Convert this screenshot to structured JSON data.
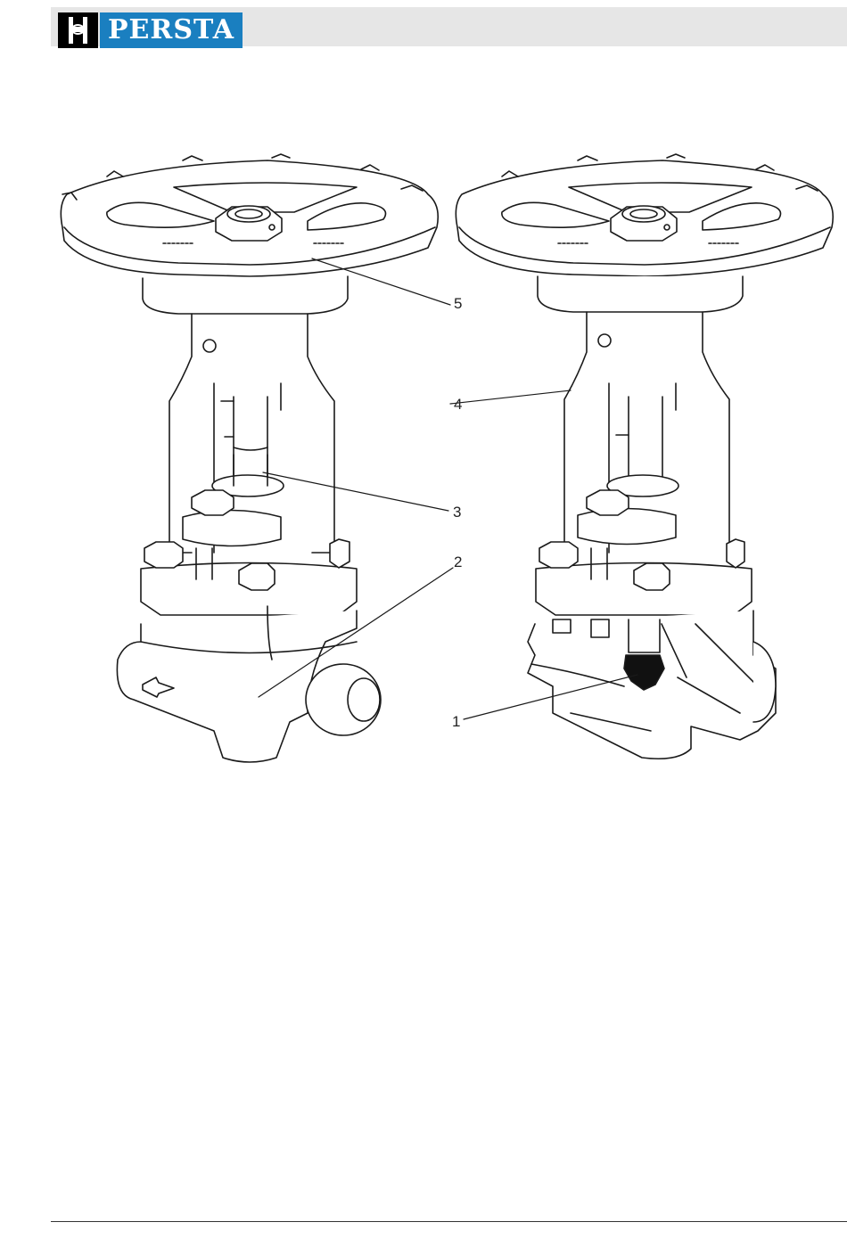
{
  "header": {
    "brand": "PERSTA",
    "logo_icon": "persta-h-mark-icon"
  },
  "figure": {
    "callouts": [
      {
        "id": "c5",
        "label": "5"
      },
      {
        "id": "c4",
        "label": "4"
      },
      {
        "id": "c3",
        "label": "3"
      },
      {
        "id": "c2",
        "label": "2"
      },
      {
        "id": "c1",
        "label": "1"
      }
    ]
  },
  "colors": {
    "brand_blue": "#1a7fc0",
    "header_bg": "#e6e6e6",
    "line": "#1a1a1a"
  }
}
